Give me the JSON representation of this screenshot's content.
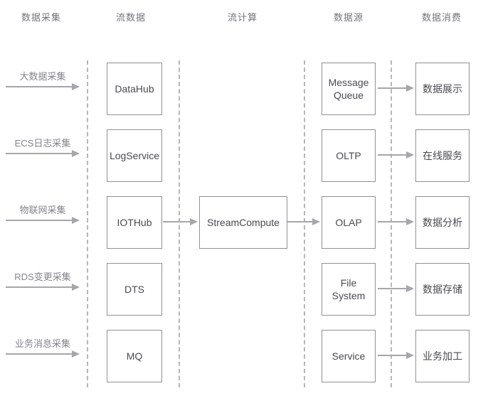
{
  "columns": [
    {
      "header": "数据采集"
    },
    {
      "header": "流数据",
      "nodes": [
        "DataHub",
        "LogService",
        "IOTHub",
        "DTS",
        "MQ"
      ]
    },
    {
      "header": "流计算",
      "nodes": [
        "StreamCompute"
      ]
    },
    {
      "header": "数据源",
      "nodes": [
        "Message Queue",
        "OLTP",
        "OLAP",
        "File System",
        "Service"
      ]
    },
    {
      "header": "数据消费",
      "nodes": [
        "数据展示",
        "在线服务",
        "数据分析",
        "数据存储",
        "业务加工"
      ]
    }
  ],
  "collection_flows": [
    "大数据采集",
    "ECS日志采集",
    "物联网采集",
    "RDS变更采集",
    "业务消息采集"
  ],
  "colors": {
    "box_border": "#919196",
    "box_text": "#4a4a50",
    "arrow": "#a6a6ab",
    "arrow_label": "#84848c",
    "header_text": "#74747c",
    "dashed_divider": "#b5b5ba",
    "background": "#ffffff"
  }
}
